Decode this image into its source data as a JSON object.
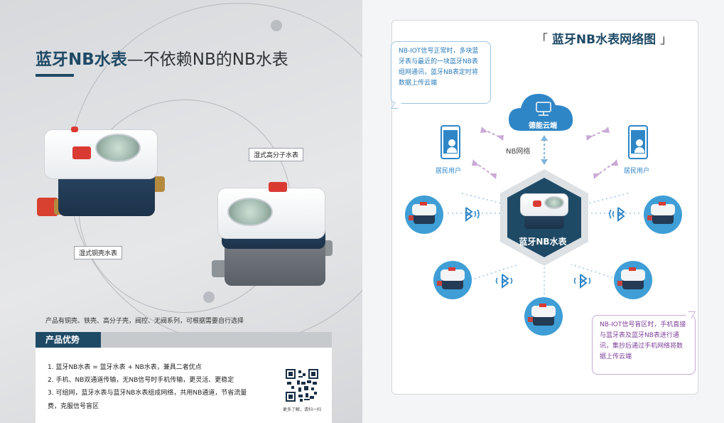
{
  "left_page": {
    "title_strong": "蓝牙NB水表",
    "title_rest": "—不依赖NB的NB水表",
    "callout_copper": "湿式铜壳水表",
    "callout_polymer": "湿式高分子水表",
    "description": "产品有铜壳、铁壳、高分子壳，阀控、无阀系列，可根据需要自行选择",
    "advantages": {
      "heading": "产品优势",
      "items": [
        "1. 蓝牙NB水表 = 蓝牙水表 + NB水表，兼具二者优点",
        "2. 手机、NB双通道传输，无NB信号时手机传输，更灵活、更稳定",
        "3. 可组网，蓝牙水表与蓝牙NB水表组成网络，共用NB通道，节省流量",
        "费，克服信号盲区"
      ],
      "qr_caption": "更多了解，请扫一扫"
    }
  },
  "right_page": {
    "network_title": "蓝牙NB水表网络图",
    "bracket_open": "「",
    "bracket_close": "」",
    "note_top": "NB-IOT信号正常时，多块蓝牙表与最近的一块蓝牙NB表组网通讯，蓝牙NB表定时将数据上传云端",
    "note_bottom": "NB-IOT信号盲区时，手机直接与蓝牙表及蓝牙NB表进行通讯，集抄后通过手机网络将数据上传云端",
    "cloud_label": "德能云端",
    "nb_network_label": "NB网络",
    "resident_left": "居民用户",
    "resident_right": "居民用户",
    "center_label": "蓝牙NB水表"
  },
  "colors": {
    "brand_navy": "#1f4a66",
    "accent_blue": "#2f86c7",
    "accent_purple": "#7d3f98",
    "accent_red": "#d93b33"
  }
}
